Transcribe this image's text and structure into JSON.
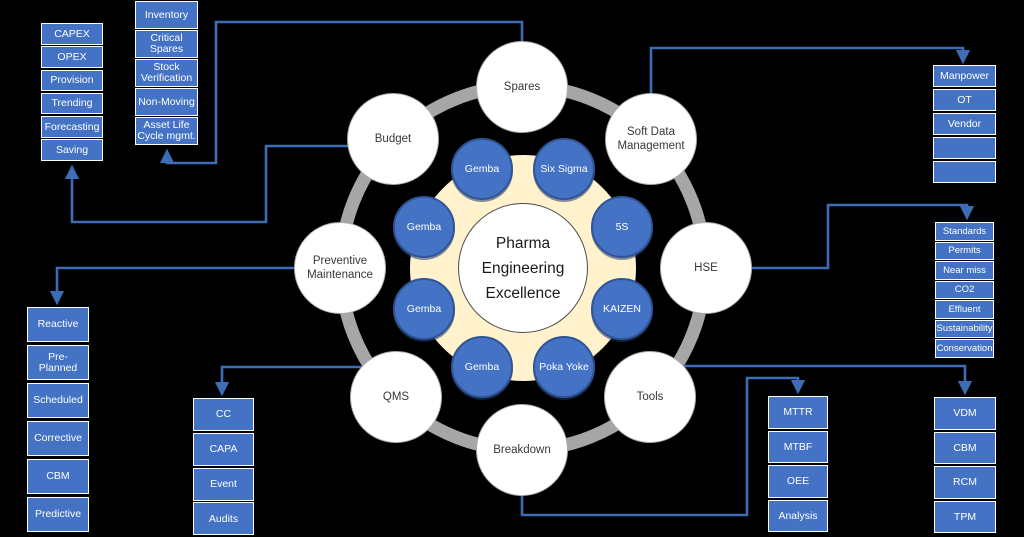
{
  "title": "Pharma Engineering Excellence",
  "colors": {
    "background": "#000000",
    "accent_blue": "#4472C4",
    "inner_circle_border": "#2F5597",
    "ring_gray": "#A6A6A6",
    "halo_cream": "#FFF2CC",
    "connector_blue": "#3E6CB5"
  },
  "hub": {
    "lines": [
      "Pharma",
      "Engineering",
      "Excellence"
    ]
  },
  "ring_nodes": {
    "spares": "Spares",
    "soft_data": "Soft Data Management",
    "hse": "HSE",
    "tools": "Tools",
    "breakdown": "Breakdown",
    "qms": "QMS",
    "preventive": "Preventive Maintenance",
    "budget": "Budget"
  },
  "lean_tools": [
    "Gemba",
    "Six Sigma",
    "Gemba",
    "5S",
    "Gemba",
    "KAIZEN",
    "Gemba",
    "Poka Yoke"
  ],
  "lists": {
    "budget": {
      "items": [
        "CAPEX",
        "OPEX",
        "Provision",
        "Trending",
        "Forecasting",
        "Saving"
      ]
    },
    "spares": {
      "items": [
        "Inventory",
        "Critical Spares",
        "Stock Verification",
        "Non-Moving",
        "Asset Life Cycle mgmt."
      ]
    },
    "manpower": {
      "items": [
        "Manpower",
        "OT",
        "Vendor",
        "",
        ""
      ]
    },
    "hse": {
      "items": [
        "Standards",
        "Permits",
        "Near miss",
        "CO2",
        "Effluent",
        "Sustainability",
        "Conservation"
      ]
    },
    "preventive": {
      "items": [
        "Reactive",
        "Pre-Planned",
        "Scheduled",
        "Corrective",
        "CBM",
        "Predictive"
      ]
    },
    "qms": {
      "items": [
        "CC",
        "CAPA",
        "Event",
        "Audits"
      ]
    },
    "breakdown": {
      "items": [
        "MTTR",
        "MTBF",
        "OEE",
        "Analysis"
      ]
    },
    "tools": {
      "items": [
        "VDM",
        "CBM",
        "RCM",
        "TPM"
      ]
    }
  }
}
